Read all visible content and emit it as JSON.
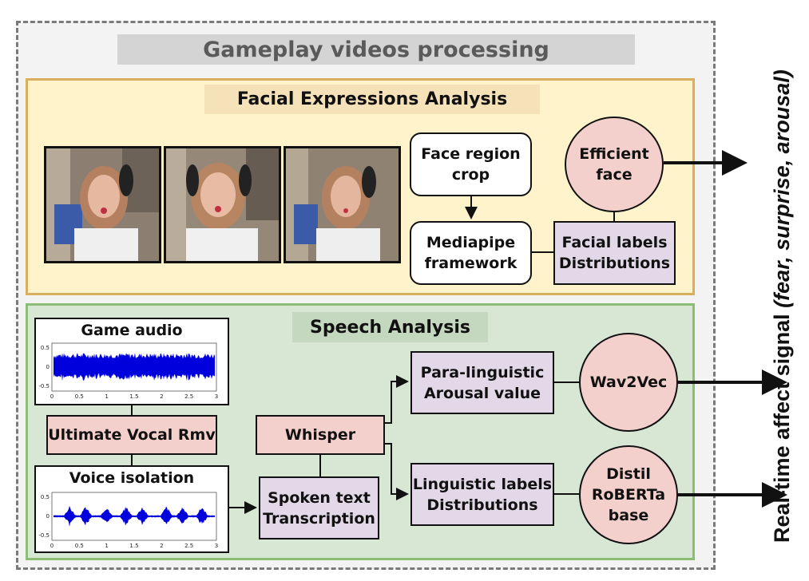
{
  "main_title": "Gameplay videos processing",
  "facial": {
    "title": "Facial Expressions Analysis",
    "face_crop": "Face region\ncrop",
    "mediapipe": "Mediapipe\nframework",
    "efficient_face": "Efficient\nface",
    "facial_labels": "Facial labels\nDistributions"
  },
  "speech": {
    "title": "Speech Analysis",
    "game_audio": "Game audio",
    "ultimate_vocal": "Ultimate Vocal Rmv",
    "voice_isolation": "Voice isolation",
    "whisper": "Whisper",
    "spoken_text": "Spoken text\nTranscription",
    "paralinguistic": "Para-linguistic\nArousal value",
    "linguistic": "Linguistic labels\nDistributions",
    "wav2vec": "Wav2Vec",
    "distil": "Distil\nRoBERTa\nbase",
    "plot_yticks": [
      "0.5",
      "0",
      "-0.5"
    ],
    "plot_xticks": [
      "0",
      "0.5",
      "1",
      "1.5",
      "2",
      "2.5",
      "3"
    ]
  },
  "side_label": {
    "main": "Real-time affect signal ",
    "italic": "(fear, surprise, arousal)"
  },
  "colors": {
    "facial_panel": "#fff3cc",
    "speech_panel": "#d8e6d4",
    "circle_fill": "#f4d0cc",
    "purple_box": "#e2d8e8",
    "waveform": "#0000dd"
  }
}
